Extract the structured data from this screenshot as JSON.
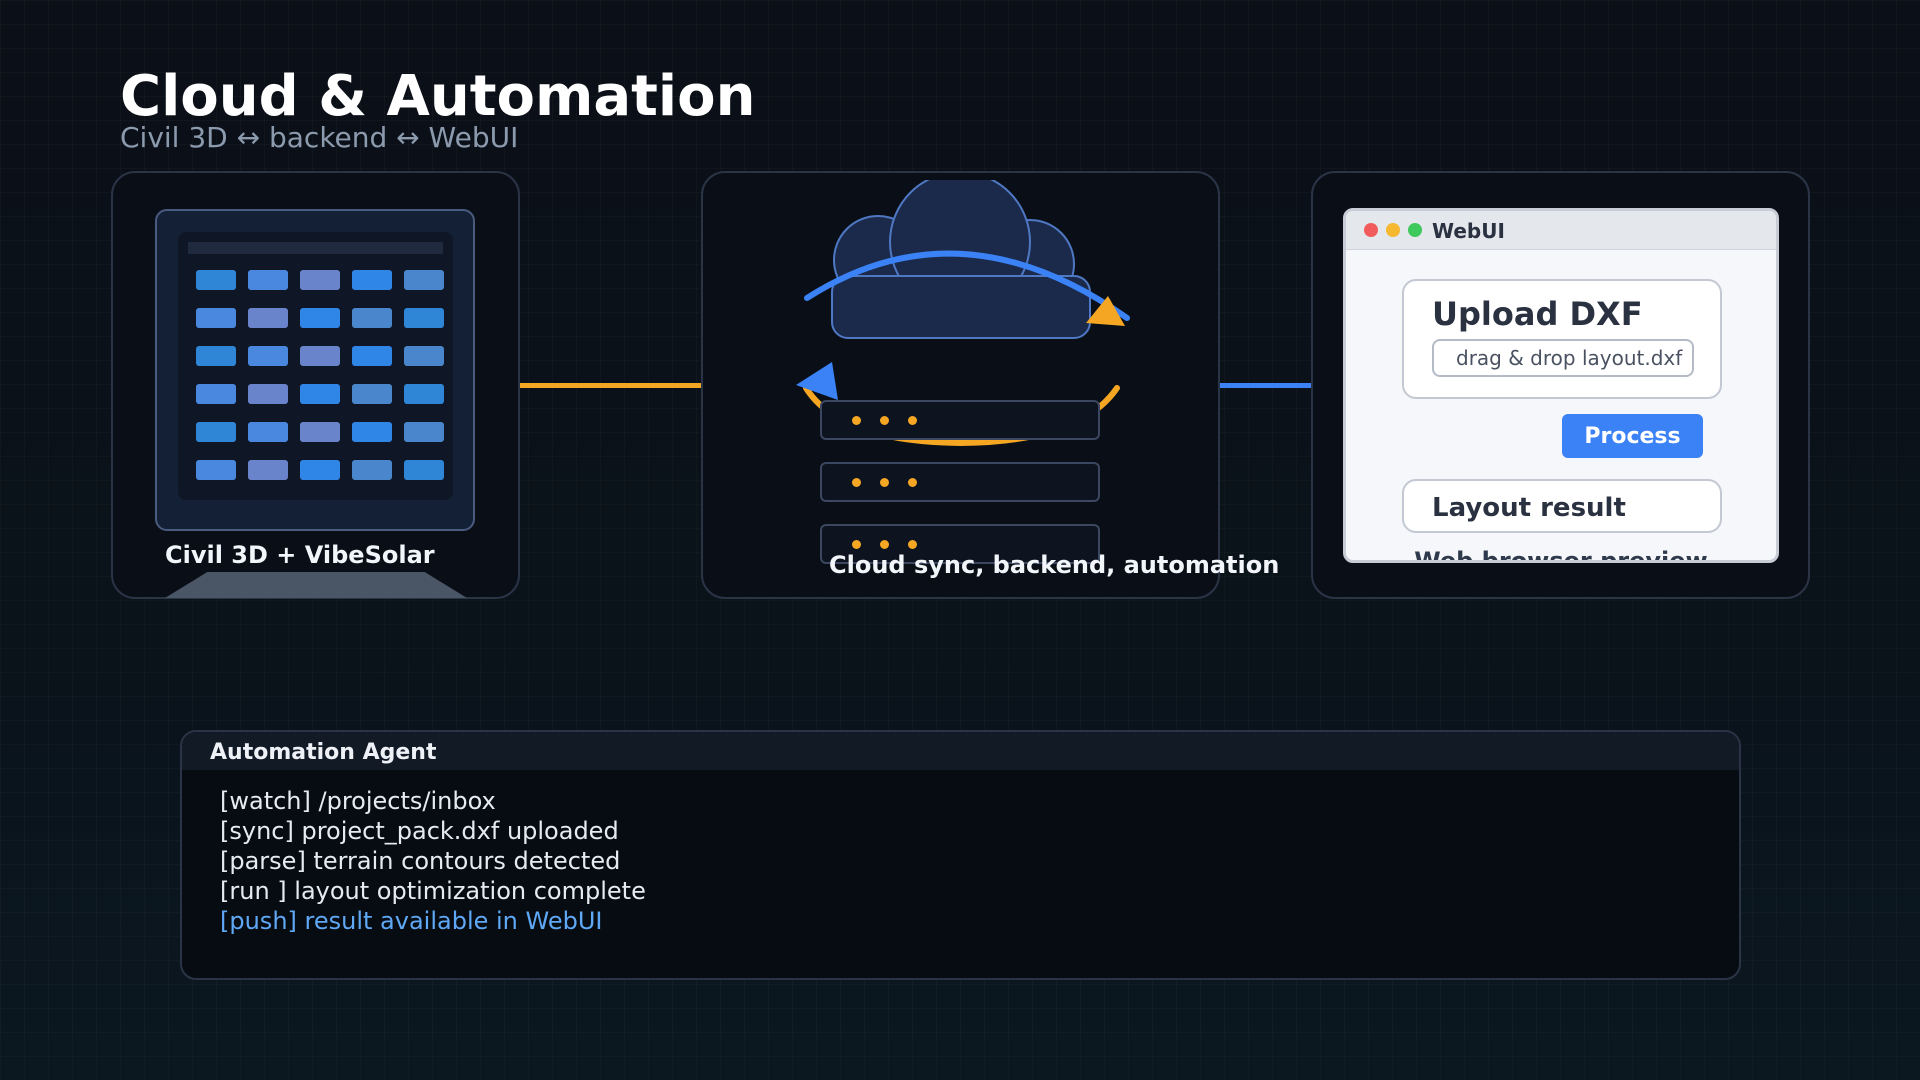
{
  "header": {
    "title": "Cloud & Automation",
    "subtitle": "Civil 3D ↔ backend ↔ WebUI"
  },
  "colors": {
    "accent_orange": "#f5a623",
    "accent_blue": "#3b82f6",
    "panel_border": "#2b3446",
    "highlight_text": "#5fa8f5"
  },
  "nodes": {
    "civil3d": {
      "label": "Civil 3D + VibeSolar",
      "icon": "monitor-icon"
    },
    "cloud": {
      "label": "Cloud sync, backend, automation",
      "icon": "cloud-sync-icon"
    },
    "webui": {
      "label": "Web browser preview",
      "icon": "browser-window-icon"
    }
  },
  "webui": {
    "window_title": "WebUI",
    "upload_title": "Upload DXF",
    "upload_placeholder": "drag & drop layout.dxf",
    "process_label": "Process",
    "result_label": "Layout result"
  },
  "terminal": {
    "title": "Automation Agent",
    "lines": [
      "[watch] /projects/inbox",
      "[sync] project_pack.dxf uploaded",
      "[parse] terrain contours detected",
      "[run ] layout optimization complete",
      "[push] result available in WebUI"
    ]
  }
}
